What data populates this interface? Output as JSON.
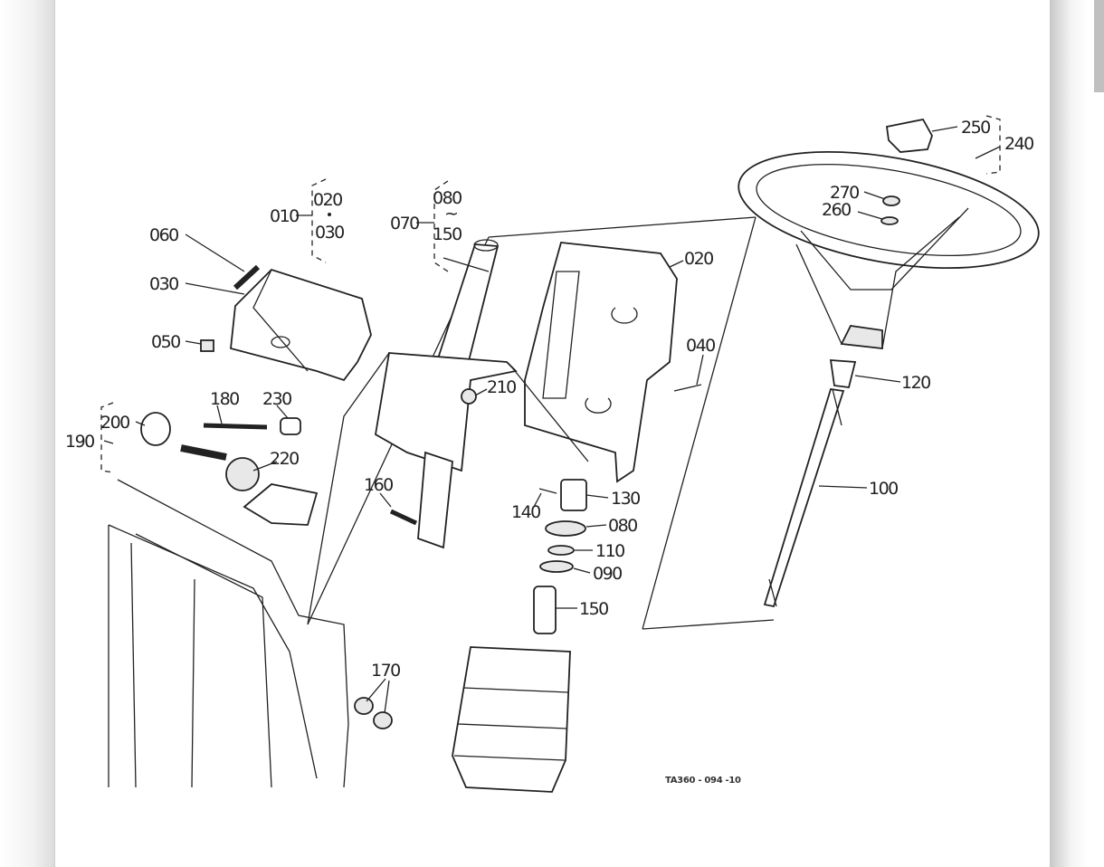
{
  "diagram": {
    "drawing_code": "TA360 - 094 -10",
    "labels": {
      "l250": "250",
      "l240": "240",
      "l270": "270",
      "l260": "260",
      "l010": "010",
      "l020a": "020",
      "l030a": "030",
      "l070": "070",
      "l080a": "080",
      "l150a": "150",
      "tilde": "~",
      "l060": "060",
      "l030": "030",
      "l050": "050",
      "l020": "020",
      "l040": "040",
      "l180": "180",
      "l230": "230",
      "l210": "210",
      "l200": "200",
      "l190": "190",
      "l220": "220",
      "l120": "120",
      "l100": "100",
      "l160": "160",
      "l140": "140",
      "l130": "130",
      "l080": "080",
      "l110": "110",
      "l090": "090",
      "l150": "150",
      "l170": "170"
    }
  }
}
